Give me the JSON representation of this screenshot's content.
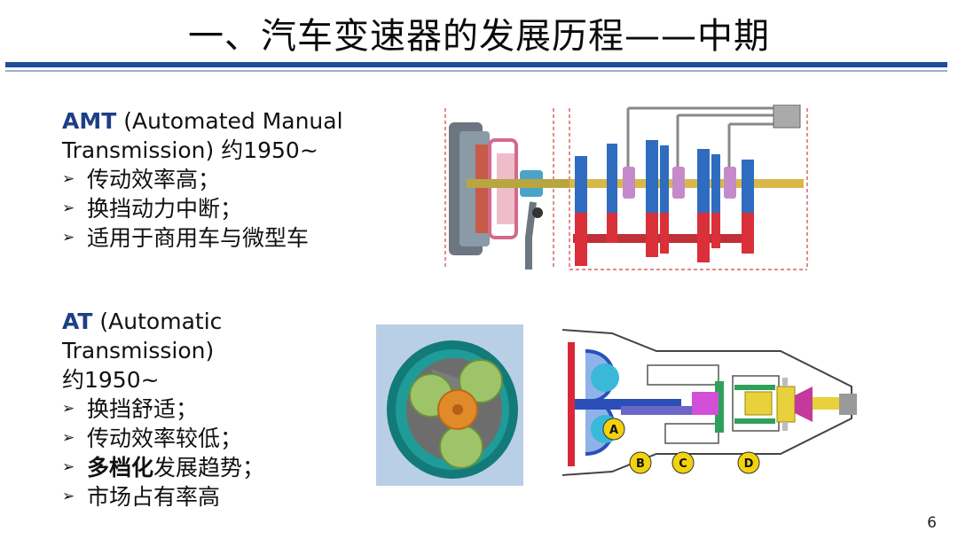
{
  "slide": {
    "title": "一、汽车变速器的发展历程——中期",
    "page_number": "6"
  },
  "amt": {
    "abbr": "AMT",
    "full_line1": " (Automated Manual",
    "full_line2": "Transmission) 约1950~",
    "bullets": [
      "传动效率高；",
      "换挡动力中断；",
      "适用于商用车与微型车"
    ]
  },
  "at": {
    "abbr": "AT",
    "full_line1": " (Automatic",
    "full_line2": "Transmission)",
    "year": "约1950~",
    "bullets": [
      {
        "bold": "",
        "text": "换挡舒适；"
      },
      {
        "bold": "",
        "text": "传动效率较低；"
      },
      {
        "bold": "多档化",
        "text": "发展趋势；"
      },
      {
        "bold": "",
        "text": "市场占有率高"
      }
    ]
  },
  "diagram_labels": {
    "a": "A",
    "b": "B",
    "c": "C",
    "d": "D"
  },
  "colors": {
    "title_rule": "#1f4e9a",
    "heading_accent": "#1d3f86"
  }
}
